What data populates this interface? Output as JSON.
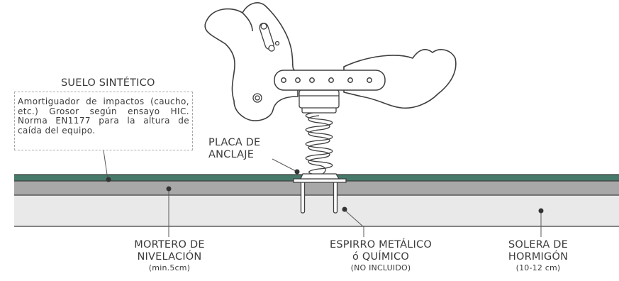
{
  "labels": {
    "suelo_sintetico": "SUELO SINTÉTICO",
    "suelo_desc": "Amortiguador de impactos (caucho, etc.) Grosor según ensayo HIC. Norma EN1177 para la altura de caída del equipo.",
    "placa_line1": "PLACA DE",
    "placa_line2": "ANCLAJE",
    "mortero_line1": "MORTERO DE",
    "mortero_line2": "NIVELACIÓN",
    "mortero_sub": "(min.5cm)",
    "espirro_line1": "ESPIRRO METÁLICO",
    "espirro_line2": "ó QUÍMICO",
    "espirro_sub": "(NO INCLUIDO)",
    "solera_line1": "SOLERA DE",
    "solera_line2": "HORMIGÓN",
    "solera_sub": "(10-12 cm)"
  },
  "colors": {
    "synthetic_layer": "#47796a",
    "mortar_layer": "#a8a8a8",
    "concrete_layer": "#e9e9e9",
    "outline": "#3f3f3f",
    "leader_line": "#5a5a5a",
    "dashed_border": "#a8a8a8",
    "text": "#3a3a3a"
  }
}
